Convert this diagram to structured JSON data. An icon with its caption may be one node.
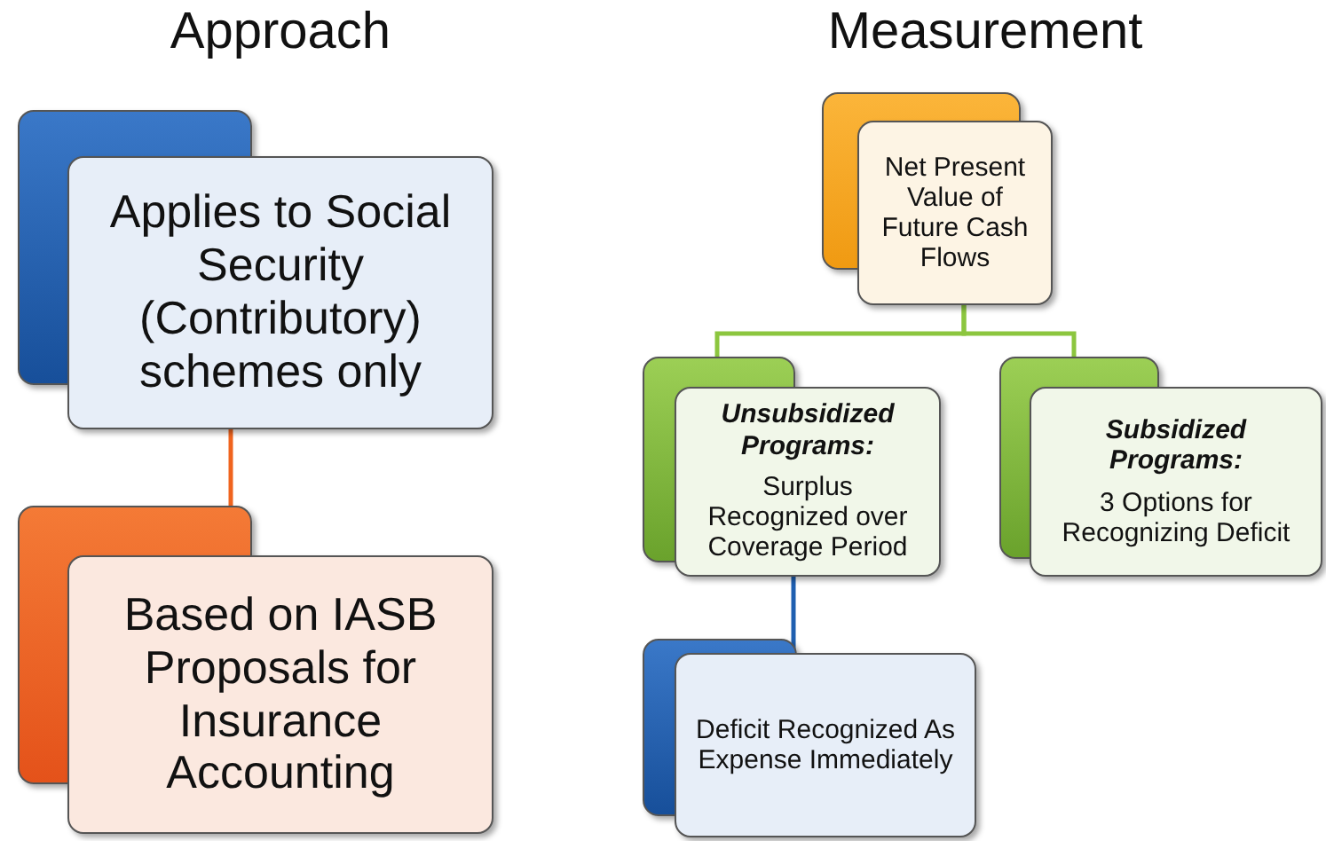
{
  "diagram": {
    "nodes": [
      {
        "text": [
          "Applies to Social Security (Contributory) schemes only"
        ]
      },
      {
        "text": [
          "Based on IASB Proposals for Insurance Accounting"
        ]
      },
      {
        "text": [
          "Net Present Value of Future Cash Flows"
        ]
      },
      {
        "text": [
          "Unsubsidized Programs:",
          "Surplus Recognized over Coverage Period"
        ]
      },
      {
        "text": [
          "Subsidized Programs:",
          "3 Options for Recognizing Deficit"
        ]
      },
      {
        "text": [
          "Deficit Recognized As Expense Immediately"
        ]
      }
    ],
    "edges": [
      {
        "from": 0,
        "to": 1,
        "arrow": "none",
        "color": "#f0641e"
      },
      {
        "from": 2,
        "to": 3,
        "arrow": "none",
        "color": "#8cc63f"
      },
      {
        "from": 2,
        "to": 4,
        "arrow": "none",
        "color": "#8cc63f"
      },
      {
        "from": 3,
        "to": 5,
        "arrow": "none",
        "color": "#1f5fb0"
      }
    ],
    "labels": [
      "Approach",
      "Measurement"
    ]
  }
}
